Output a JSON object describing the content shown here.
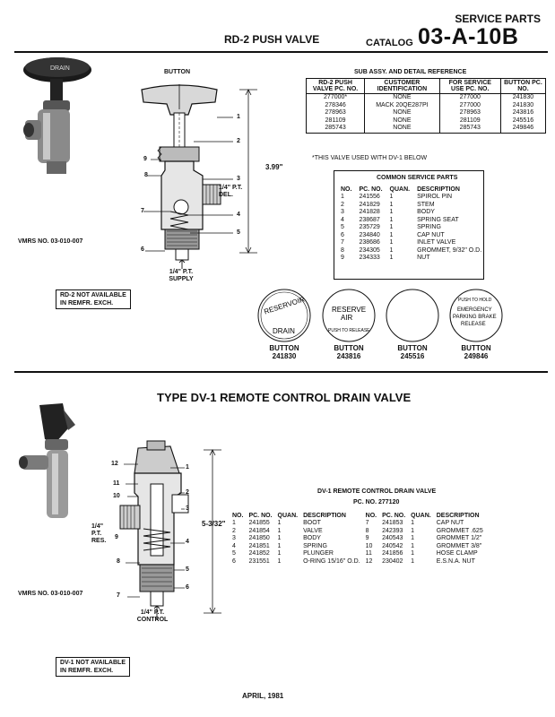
{
  "header": {
    "service_parts": "SERVICE PARTS",
    "title": "RD-2 PUSH VALVE",
    "catalog_label": "CATALOG",
    "catalog_number": "03-A-10B"
  },
  "rd2": {
    "figure_labels": {
      "button": "BUTTON",
      "dimension": "3.99\"",
      "del": "1/4\" P.T. DEL.",
      "supply": "1/4\" P.T. SUPPLY",
      "callouts": [
        "1",
        "2",
        "3",
        "4",
        "5",
        "6",
        "7",
        "8",
        "9"
      ]
    },
    "photo_lettering": "DRAIN",
    "vmrs": "VMRS NO. 03-010-007",
    "not_available": [
      "RD-2 NOT AVAILABLE",
      "IN REMFR. EXCH."
    ],
    "sub_assy": {
      "title": "SUB ASSY. AND DETAIL REFERENCE",
      "headers": [
        "RD-2 PUSH VALVE PC. NO.",
        "CUSTOMER IDENTIFICATION",
        "FOR SERVICE USE PC. NO.",
        "BUTTON PC. NO."
      ],
      "rows": [
        [
          "277000*",
          "NONE",
          "277000",
          "241830"
        ],
        [
          "278346",
          "MACK 20QE287PI",
          "277000",
          "241830"
        ],
        [
          "278963",
          "NONE",
          "278963",
          "243816"
        ],
        [
          "281109",
          "NONE",
          "281109",
          "245516"
        ],
        [
          "285743",
          "NONE",
          "285743",
          "249846"
        ]
      ],
      "footnote": "*THIS VALVE USED WITH DV-1 BELOW"
    },
    "common_parts": {
      "title": "COMMON SERVICE PARTS",
      "headers": [
        "NO.",
        "PC. NO.",
        "QUAN.",
        "DESCRIPTION"
      ],
      "rows": [
        [
          "1",
          "241556",
          "1",
          "SPIROL PIN"
        ],
        [
          "2",
          "241829",
          "1",
          "STEM"
        ],
        [
          "3",
          "241828",
          "1",
          "BODY"
        ],
        [
          "4",
          "238687",
          "1",
          "SPRING SEAT"
        ],
        [
          "5",
          "235729",
          "1",
          "SPRING"
        ],
        [
          "6",
          "234840",
          "1",
          "CAP NUT"
        ],
        [
          "7",
          "238686",
          "1",
          "INLET VALVE"
        ],
        [
          "8",
          "234305",
          "1",
          "GROMMET, 9/32\" O.D."
        ],
        [
          "9",
          "234333",
          "1",
          "NUT"
        ]
      ]
    },
    "buttons": [
      {
        "label": "BUTTON",
        "number": "241830",
        "face": [
          "RESERVOIR",
          "DRAIN"
        ]
      },
      {
        "label": "BUTTON",
        "number": "243816",
        "face": [
          "RESERVE",
          "AIR",
          "PUSH TO RELEASE"
        ]
      },
      {
        "label": "BUTTON",
        "number": "245516",
        "face": []
      },
      {
        "label": "BUTTON",
        "number": "249846",
        "face": [
          "PUSH TO HOLD",
          "EMERGENCY",
          "PARKING BRAKE",
          "RELEASE"
        ]
      }
    ]
  },
  "dv1": {
    "title": "TYPE DV-1 REMOTE CONTROL DRAIN VALVE",
    "figure_labels": {
      "dimension": "5-3/32\"",
      "res": "1/4\" P.T. RES.",
      "control": "1/4\" P.T. CONTROL",
      "callouts": [
        "1",
        "2",
        "3",
        "4",
        "5",
        "6",
        "7",
        "8",
        "9",
        "10",
        "11",
        "12"
      ]
    },
    "vmrs": "VMRS NO. 03-010-007",
    "not_available": [
      "DV-1 NOT AVAILABLE",
      "IN REMFR. EXCH."
    ],
    "parts": {
      "title": "DV-1 REMOTE CONTROL DRAIN VALVE",
      "pc_no": "PC. NO. 277120",
      "headers": [
        "NO.",
        "PC. NO.",
        "QUAN.",
        "DESCRIPTION",
        "NO.",
        "PC. NO.",
        "QUAN.",
        "DESCRIPTION"
      ],
      "rows": [
        [
          "1",
          "241855",
          "1",
          "BOOT",
          "7",
          "241853",
          "1",
          "CAP NUT"
        ],
        [
          "2",
          "241854",
          "1",
          "VALVE",
          "8",
          "242393",
          "1",
          "GROMMET .625"
        ],
        [
          "3",
          "241850",
          "1",
          "BODY",
          "9",
          "240543",
          "1",
          "GROMMET 1/2\""
        ],
        [
          "4",
          "241851",
          "1",
          "SPRING",
          "10",
          "240542",
          "1",
          "GROMMET 3/8\""
        ],
        [
          "5",
          "241852",
          "1",
          "PLUNGER",
          "11",
          "241856",
          "1",
          "HOSE CLAMP"
        ],
        [
          "6",
          "231551",
          "1",
          "O-RING 15/16\" O.D.",
          "12",
          "230402",
          "1",
          "E.S.N.A. NUT"
        ]
      ]
    }
  },
  "footer": {
    "date": "APRIL, 1981"
  }
}
